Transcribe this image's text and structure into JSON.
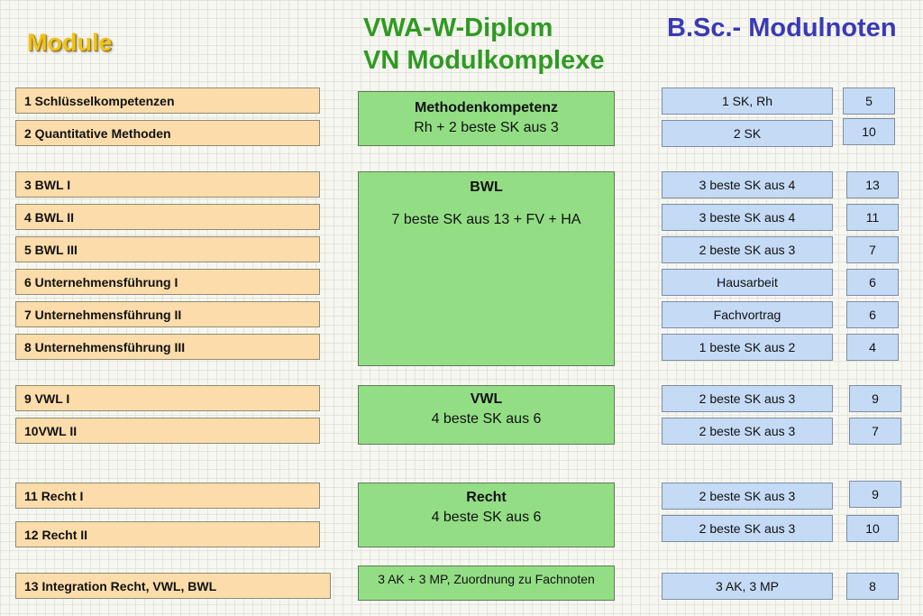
{
  "titles": {
    "module": "Module",
    "vwa_line1": "VWA-W-Diplom",
    "vwa_line2": "VN Modulkomplexe",
    "bsc": "B.Sc.- Modulnoten"
  },
  "modules": [
    "1 Schlüsselkompetenzen",
    "2 Quantitative Methoden",
    "3 BWL I",
    "4 BWL II",
    "5 BWL III",
    "6 Unternehmensführung I",
    "7 Unternehmensführung II",
    "8 Unternehmensführung III",
    "9 VWL I",
    "10VWL II",
    "11 Recht I",
    "12 Recht II",
    "13 Integration Recht, VWL, BWL"
  ],
  "complexes": [
    {
      "title": "Methodenkompetenz",
      "rule": "Rh + 2 beste SK aus 3"
    },
    {
      "title": "BWL",
      "rule": "7 beste SK aus 13 + FV + HA"
    },
    {
      "title": "VWL",
      "rule": "4 beste SK aus 6"
    },
    {
      "title": "Recht",
      "rule": "4 beste SK aus 6"
    },
    {
      "title": "",
      "rule": "3 AK + 3 MP, Zuordnung zu Fachnoten"
    }
  ],
  "grades": [
    {
      "label": "1 SK, Rh",
      "value": "5"
    },
    {
      "label": "2 SK",
      "value": "10"
    },
    {
      "label": "3 beste SK aus 4",
      "value": "13"
    },
    {
      "label": "3 beste SK aus 4",
      "value": "11"
    },
    {
      "label": "2 beste SK aus 3",
      "value": "7"
    },
    {
      "label": "Hausarbeit",
      "value": "6"
    },
    {
      "label": "Fachvortrag",
      "value": "6"
    },
    {
      "label": "1 beste SK aus 2",
      "value": "4"
    },
    {
      "label": "2 beste SK aus 3",
      "value": "9"
    },
    {
      "label": "2 beste SK aus 3",
      "value": "7"
    },
    {
      "label": "2 beste SK aus 3",
      "value": "9"
    },
    {
      "label": "2 beste SK aus 3",
      "value": "10"
    },
    {
      "label": "3 AK, 3 MP",
      "value": "8"
    }
  ]
}
